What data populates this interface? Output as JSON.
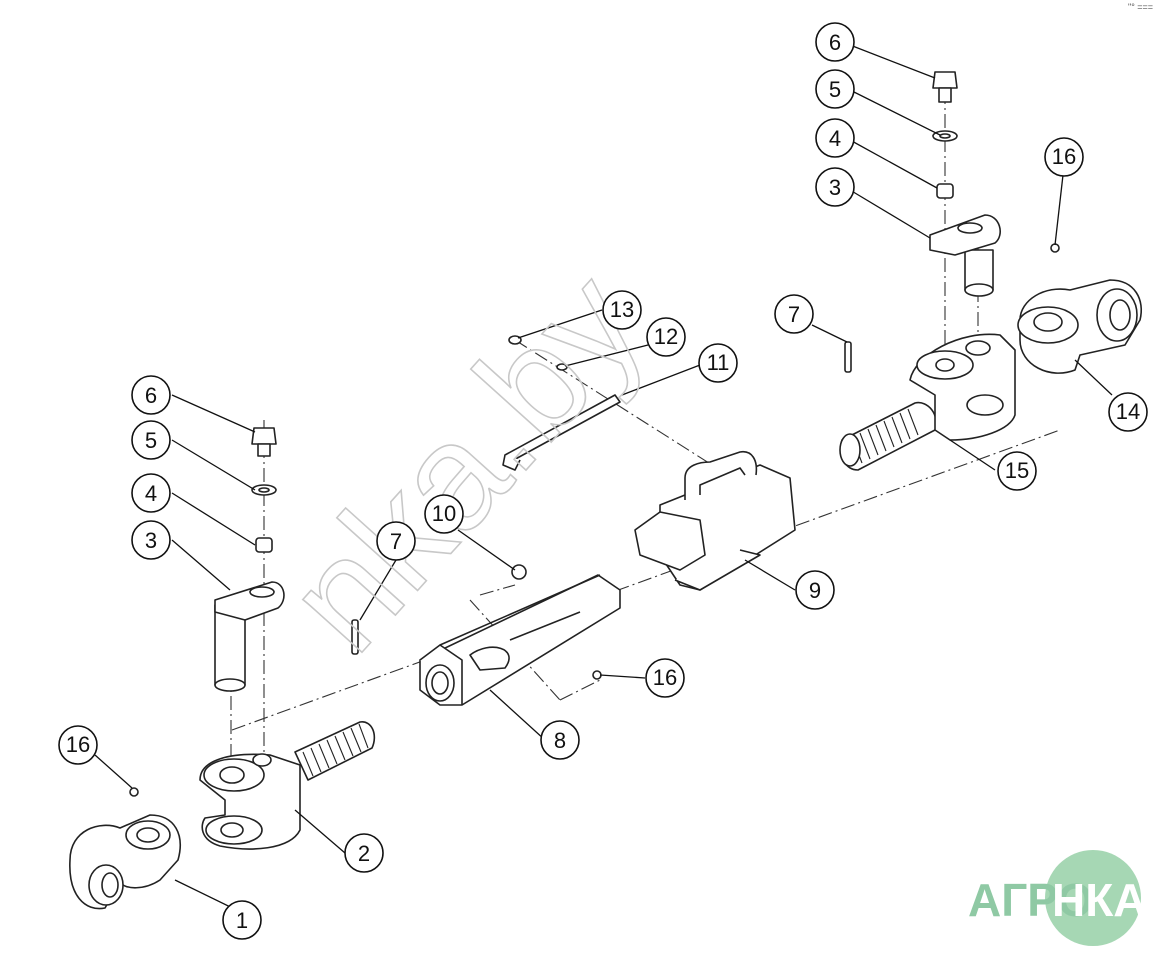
{
  "watermark": {
    "text": "nka.by"
  },
  "logo": {
    "left_text": "АГРО",
    "right_text": "НКА",
    "color": "#8fc9a4",
    "circle_color": "#a6d7b4"
  },
  "callouts": {
    "c1": "1",
    "c2": "2",
    "c3a": "3",
    "c3b": "3",
    "c4a": "4",
    "c4b": "4",
    "c5a": "5",
    "c5b": "5",
    "c6a": "6",
    "c6b": "6",
    "c7a": "7",
    "c7b": "7",
    "c8": "8",
    "c9": "9",
    "c10": "10",
    "c11": "11",
    "c12": "12",
    "c13": "13",
    "c14": "14",
    "c15": "15",
    "c16a": "16",
    "c16b": "16",
    "c16c": "16"
  },
  "corner_mark": "\"° ===",
  "colors": {
    "line": "#222222",
    "watermark": "#c8c8c8"
  }
}
